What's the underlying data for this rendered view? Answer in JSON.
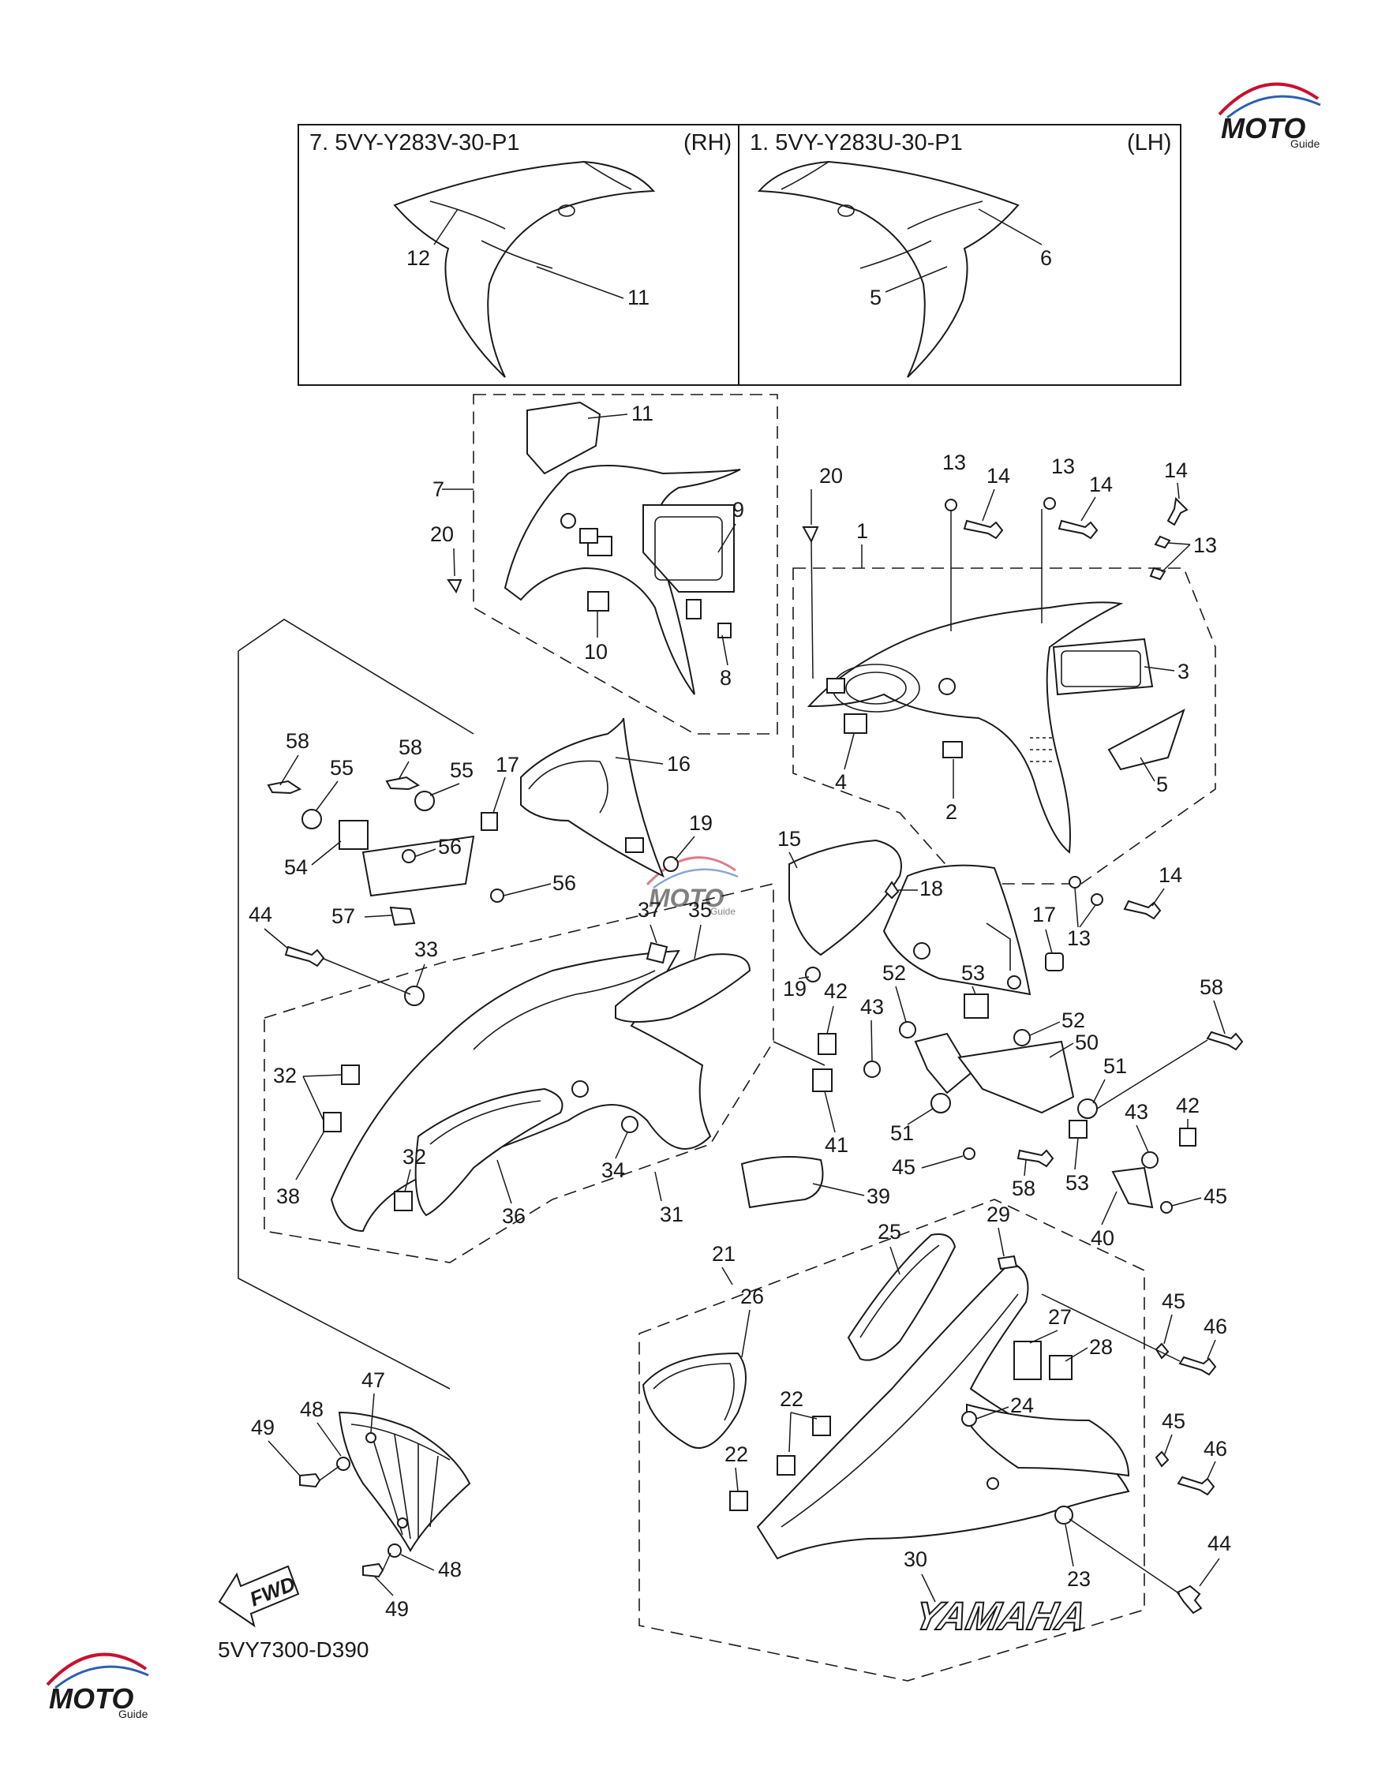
{
  "inset": {
    "right_panel": {
      "code": "7. 5VY-Y283V-30-P1",
      "side": "(RH)",
      "labels": [
        "12",
        "11"
      ]
    },
    "left_panel": {
      "code": "1. 5VY-Y283U-30-P1",
      "side": "(LH)",
      "labels": [
        "6",
        "5"
      ]
    }
  },
  "callouts": {
    "c7": "7",
    "c11": "11",
    "c9": "9",
    "c20a": "20",
    "c10": "10",
    "c8": "8",
    "c20b": "20",
    "c1": "1",
    "c13a": "13",
    "c14a": "14",
    "c13b": "13",
    "c14b": "14",
    "c14c": "14",
    "c13c": "13",
    "c3": "3",
    "c4": "4",
    "c2": "2",
    "c5": "5",
    "c58a": "58",
    "c55a": "55",
    "c58b": "58",
    "c55b": "55",
    "c17a": "17",
    "c16": "16",
    "c56a": "56",
    "c54": "54",
    "c19a": "19",
    "c56b": "56",
    "c57": "57",
    "c15": "15",
    "c18": "18",
    "c14d": "14",
    "c13d": "13",
    "c17b": "17",
    "c44a": "44",
    "c37": "37",
    "c35": "35",
    "c33": "33",
    "c19b": "19",
    "c52a": "52",
    "c53a": "53",
    "c42a": "42",
    "c43a": "43",
    "c58c": "58",
    "c52b": "52",
    "c50": "50",
    "c51a": "51",
    "c32a": "32",
    "c41": "41",
    "c51b": "51",
    "c42b": "42",
    "c43b": "43",
    "c45a": "45",
    "c53b": "53",
    "c58d": "58",
    "c34": "34",
    "c32b": "32",
    "c38": "38",
    "c36": "36",
    "c31": "31",
    "c39": "39",
    "c40": "40",
    "c45b": "45",
    "c29": "29",
    "c25": "25",
    "c21": "21",
    "c26": "26",
    "c27": "27",
    "c28": "28",
    "c45c": "45",
    "c46a": "46",
    "c24": "24",
    "c22a": "22",
    "c45d": "45",
    "c46b": "46",
    "c47": "47",
    "c48a": "48",
    "c49a": "49",
    "c22b": "22",
    "c48b": "48",
    "c49b": "49",
    "c30": "30",
    "c23": "23",
    "c44b": "44"
  },
  "fwd_arrow": "FWD",
  "yamaha_logo": "YAMAHA",
  "diagram_code": "5VY7300-D390",
  "watermark": {
    "brand": "MOTO",
    "tagline": "Guide"
  },
  "colors": {
    "line": "#1a1a1a",
    "background": "#ffffff",
    "watermark_red": "#c8102e",
    "watermark_blue": "#2b5fb3"
  }
}
